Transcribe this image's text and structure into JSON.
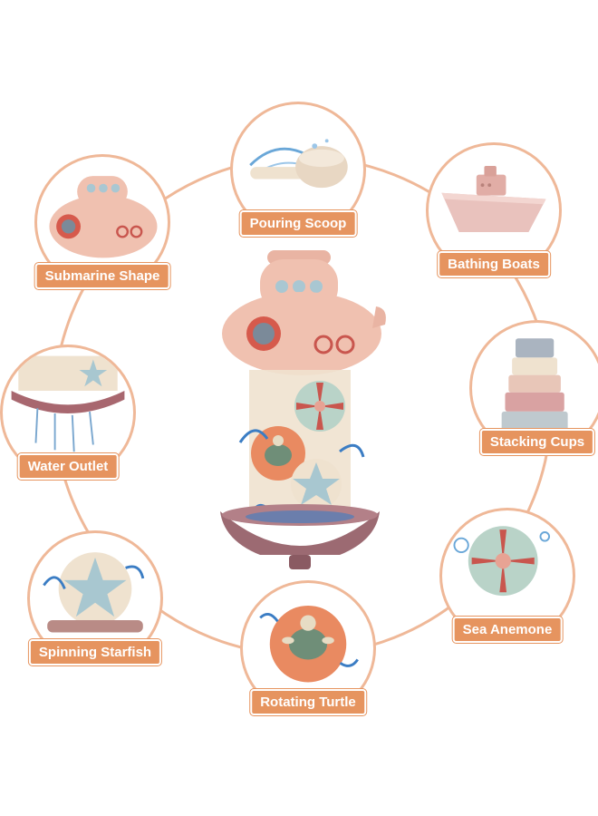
{
  "features": {
    "pouring_scoop": "Pouring Scoop",
    "bathing_boats": "Bathing Boats",
    "stacking_cups": "Stacking Cups",
    "sea_anemone": "Sea Anemone",
    "rotating_turtle": "Rotating Turtle",
    "spinning_starfish": "Spinning Starfish",
    "water_outlet": "Water Outlet",
    "submarine_shape": "Submarine Shape"
  },
  "colors": {
    "ring": "#efb898",
    "label_bg": "#e6945f",
    "toy_pink": "#f0c1b0",
    "toy_mauve": "#9c6a72",
    "toy_cream": "#efe2cf",
    "turtle_green": "#6f8e78",
    "water_blue": "#3b7dc4"
  }
}
